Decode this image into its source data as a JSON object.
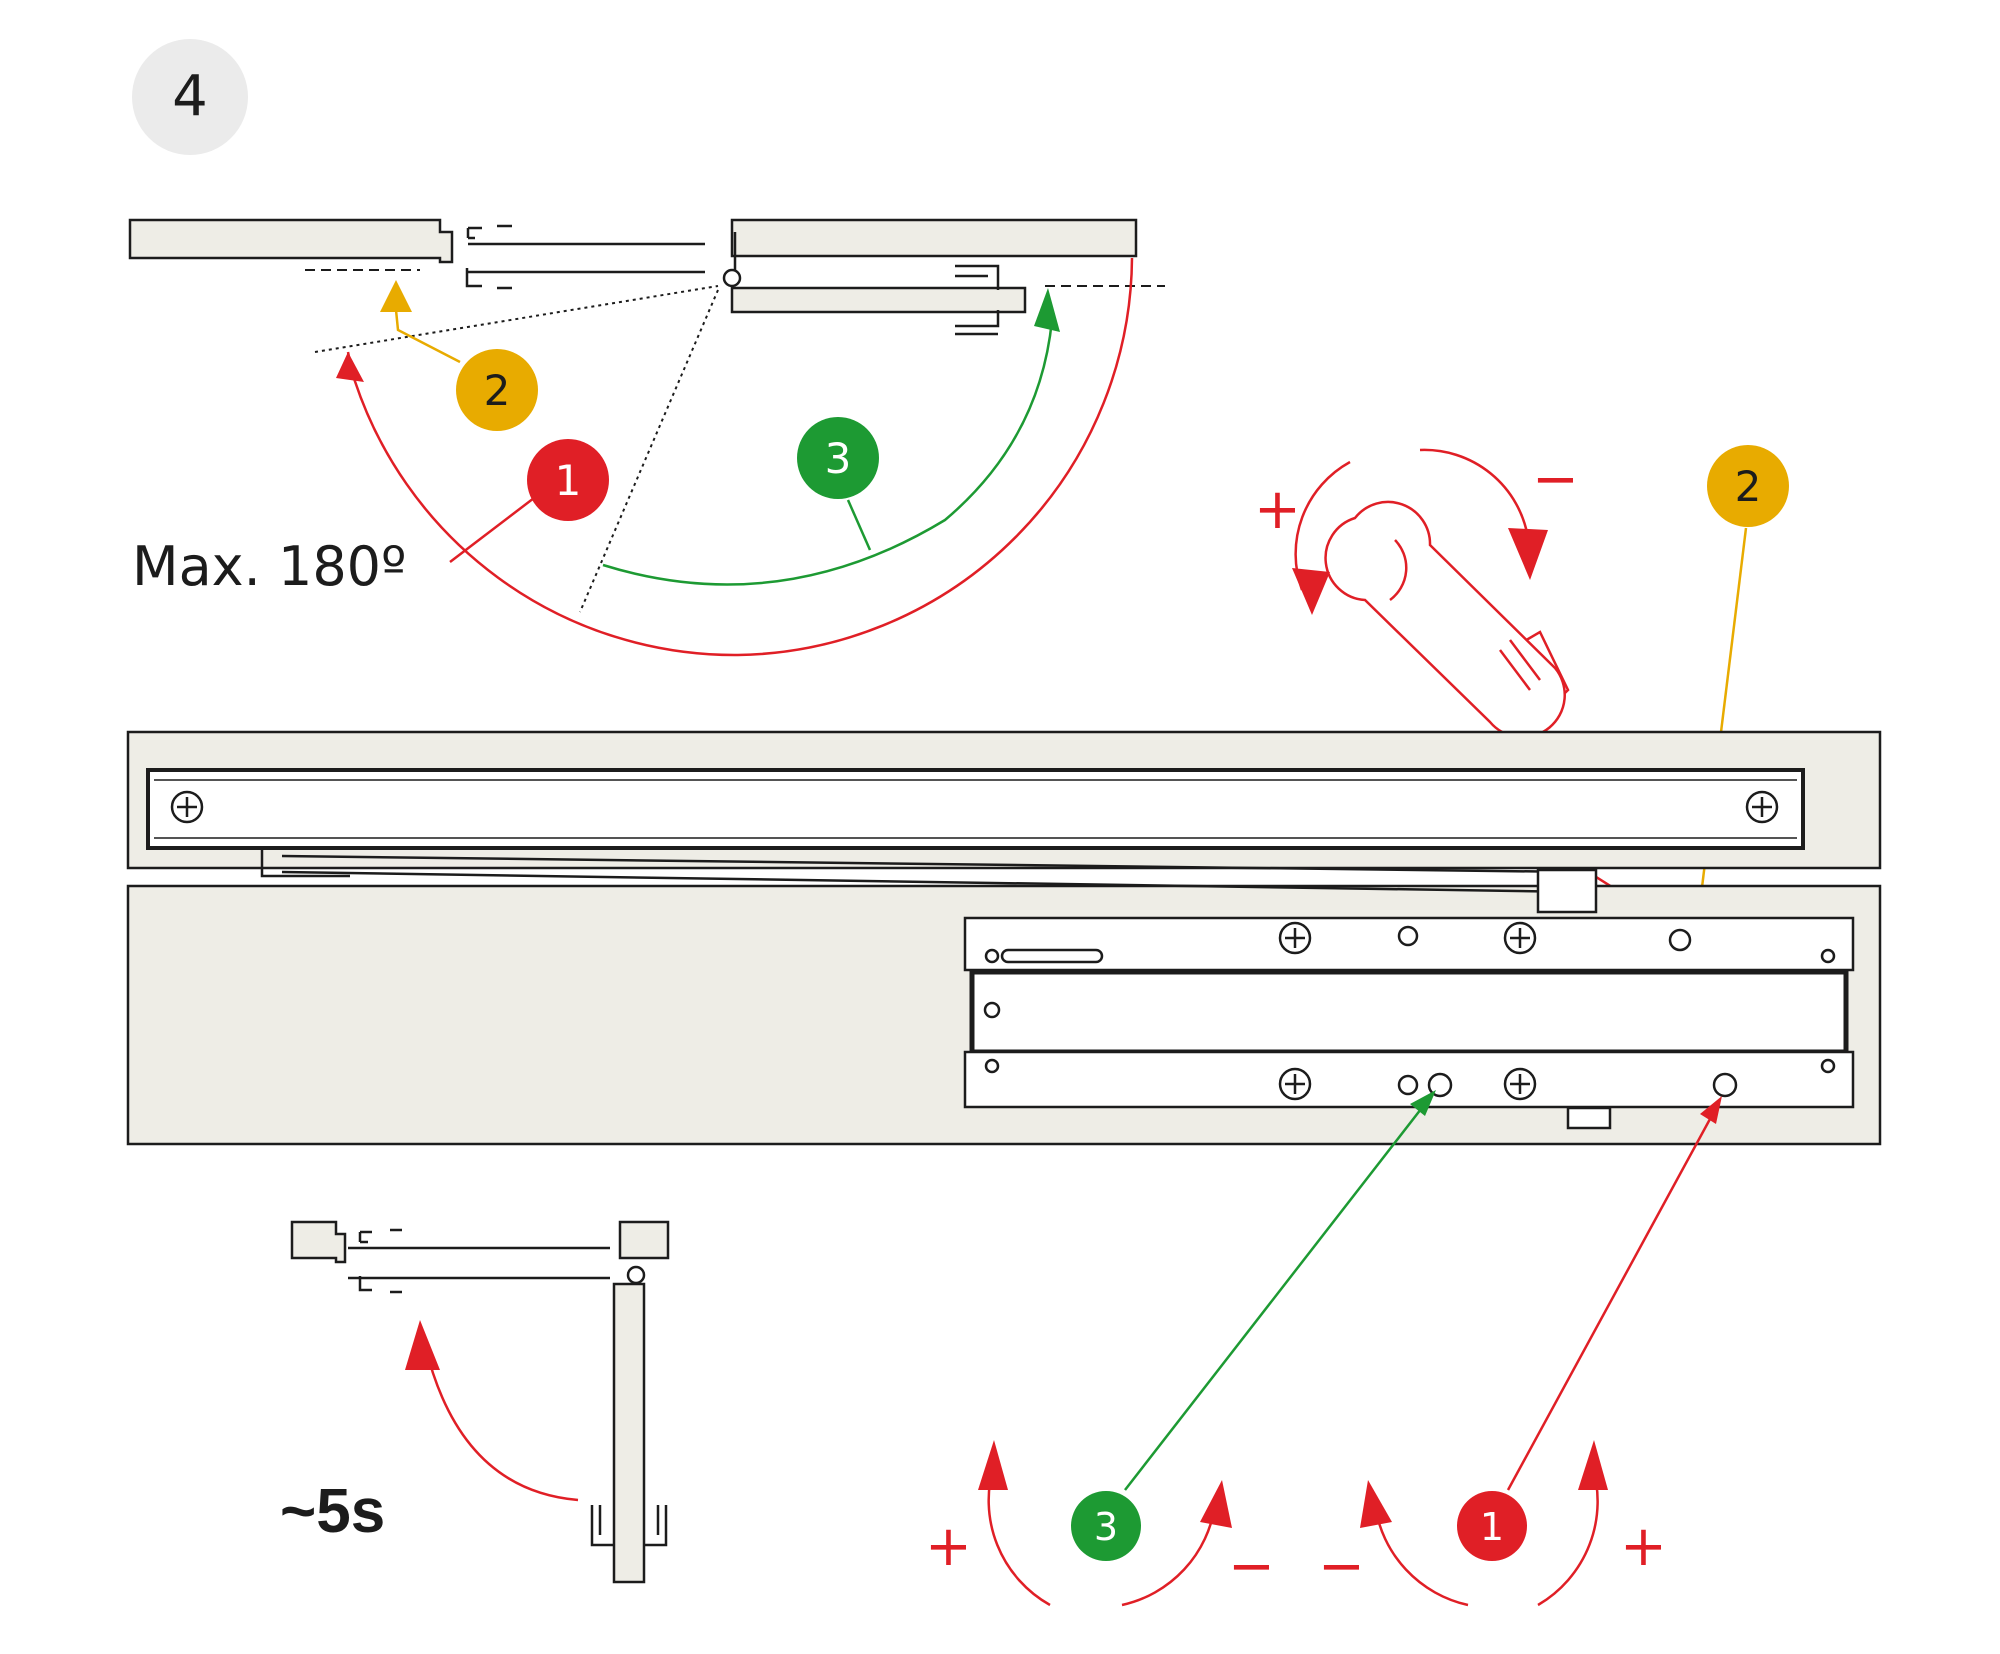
{
  "step": {
    "number": "4"
  },
  "angle": {
    "label": "Max. 180º"
  },
  "timing": {
    "label": "~5s"
  },
  "badges": {
    "one": "1",
    "two": "2",
    "three": "3"
  },
  "signs": {
    "plus": "+",
    "minus": "−"
  },
  "colors": {
    "red": "#e01f26",
    "yellow": "#e8ab00",
    "green": "#1d9a33",
    "panel": "#eeede6",
    "step_bg": "#ebebeb",
    "line": "#1c1c1c"
  }
}
